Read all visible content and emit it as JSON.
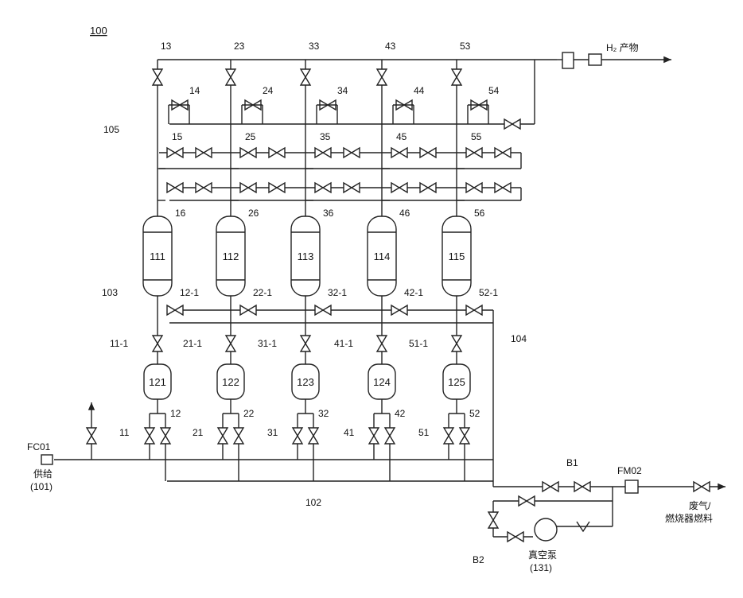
{
  "figure_ref": "100",
  "h2_product": "H₂ 产物",
  "lines": {
    "l105": "105",
    "l103": "103",
    "l104": "104",
    "l102": "102"
  },
  "columns": [
    {
      "adsorber": "111",
      "tank": "121",
      "v_top": "13",
      "v_mid1": "14",
      "v_mid2": "15",
      "v_mid3": "16",
      "v_link": "12-1",
      "v_bottom": "11-1",
      "v_feed": "11",
      "v_exh": "12"
    },
    {
      "adsorber": "112",
      "tank": "122",
      "v_top": "23",
      "v_mid1": "24",
      "v_mid2": "25",
      "v_mid3": "26",
      "v_link": "22-1",
      "v_bottom": "21-1",
      "v_feed": "21",
      "v_exh": "22"
    },
    {
      "adsorber": "113",
      "tank": "123",
      "v_top": "33",
      "v_mid1": "34",
      "v_mid2": "35",
      "v_mid3": "36",
      "v_link": "32-1",
      "v_bottom": "31-1",
      "v_feed": "31",
      "v_exh": "32"
    },
    {
      "adsorber": "114",
      "tank": "124",
      "v_top": "43",
      "v_mid1": "44",
      "v_mid2": "45",
      "v_mid3": "46",
      "v_link": "42-1",
      "v_bottom": "41-1",
      "v_feed": "41",
      "v_exh": "42"
    },
    {
      "adsorber": "115",
      "tank": "125",
      "v_top": "53",
      "v_mid1": "54",
      "v_mid2": "55",
      "v_mid3": "56",
      "v_link": "52-1",
      "v_bottom": "51-1",
      "v_feed": "51",
      "v_exh": "52"
    }
  ],
  "feed": {
    "meter": "FC01",
    "label": "供给",
    "ref": "(101)"
  },
  "outlet": {
    "meter": "FM02",
    "valve_b1": "B1",
    "label_line1": "废气/",
    "label_line2": "燃烧器燃料"
  },
  "pump": {
    "valve_b2": "B2",
    "label": "真空泵",
    "ref": "(131)"
  }
}
